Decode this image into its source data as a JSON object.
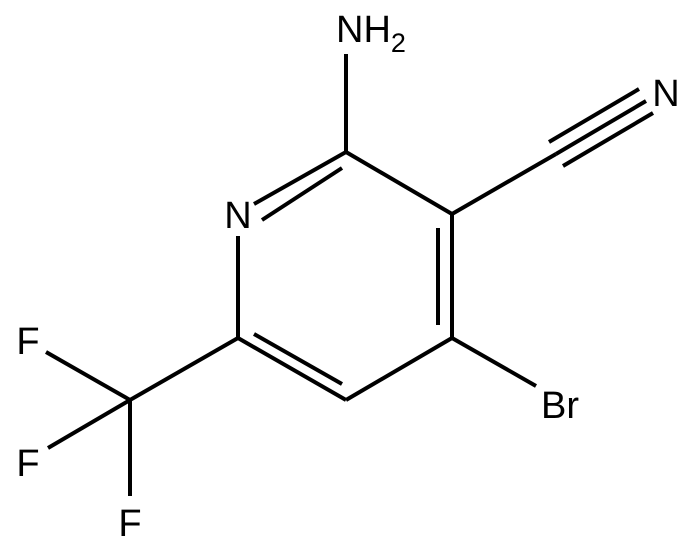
{
  "molecule": {
    "atoms": {
      "amino_n": "NH",
      "amino_subscript": "2",
      "ring_n": "N",
      "nitrile_n": "N",
      "bromine": "Br",
      "fluorine_top": "F",
      "fluorine_middle": "F",
      "fluorine_bottom": "F"
    },
    "colors": {
      "bond": "#000000",
      "label": "#000000",
      "background": "#ffffff"
    }
  }
}
